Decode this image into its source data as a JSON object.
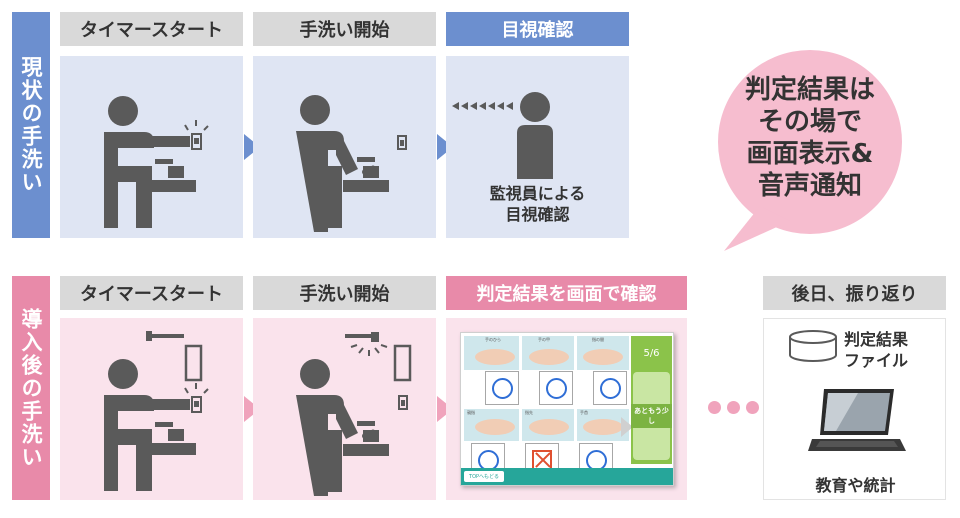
{
  "current": {
    "side_label": "現状の手洗い",
    "steps": [
      {
        "header": "タイマースタート"
      },
      {
        "header": "手洗い開始"
      },
      {
        "header": "目視確認",
        "caption": "監視員による\n目視確認"
      }
    ]
  },
  "after": {
    "side_label": "導入後の手洗い",
    "steps": [
      {
        "header": "タイマースタート"
      },
      {
        "header": "手洗い開始"
      },
      {
        "header": "判定結果を画面で確認"
      },
      {
        "header": "後日、振り返り",
        "file_label": "判定結果\nファイル",
        "caption": "教育や統計"
      }
    ]
  },
  "bubble": {
    "text": "判定結果は\nその場で\n画面表示&\n音声通知"
  },
  "screen": {
    "progress": "5/6",
    "message": "あともう少し",
    "top_button": "TOPへもどる",
    "cell_captions": [
      "手のひら",
      "手の甲",
      "指の間",
      "親指",
      "指先",
      "手首"
    ],
    "results": [
      "ok",
      "ok",
      "ok",
      "ok",
      "ng",
      "ok"
    ]
  },
  "colors": {
    "blue_accent": "#6c8fcf",
    "blue_panel": "#dfe5f3",
    "pink_accent": "#e88aa9",
    "pink_panel": "#fae3ec",
    "gray_header": "#d9d9d9",
    "figure": "#5a5a5a"
  }
}
